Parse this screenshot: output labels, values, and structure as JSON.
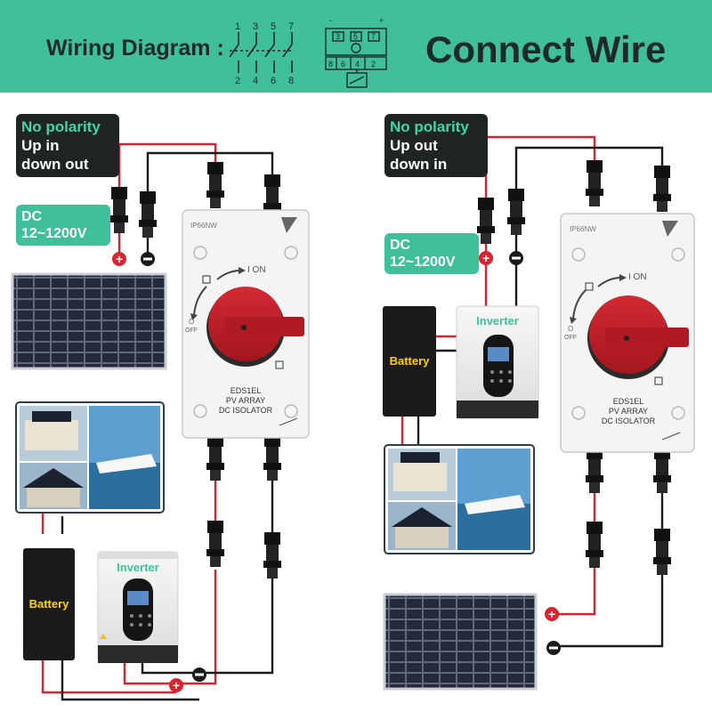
{
  "header": {
    "title": "Wiring Diagram :",
    "right_title": "Connect Wire",
    "switch_top_numbers": [
      "1",
      "3",
      "5",
      "7"
    ],
    "switch_bottom_numbers": [
      "2",
      "4",
      "6",
      "8"
    ],
    "relay_top_numbers": [
      "3",
      "5",
      "7"
    ],
    "relay_bottom_numbers": [
      "8",
      "6",
      "4",
      "2"
    ],
    "relay_signs": [
      "-",
      "+"
    ]
  },
  "left": {
    "polarity_label": "No polarity",
    "direction_lines": [
      "Up in",
      "down out"
    ],
    "dc_lines": [
      "DC",
      "12~1200V"
    ]
  },
  "right": {
    "polarity_label": "No polarity",
    "direction_lines": [
      "Up out",
      "down in"
    ],
    "dc_lines": [
      "DC",
      "12~1200V"
    ]
  },
  "isolator": {
    "rating": "IP66NW",
    "on_label": "I ON",
    "off_label": "OFF",
    "off_symbol": "O",
    "model": "EDS1EL",
    "line2": "PV ARRAY",
    "line3": "DC ISOLATOR"
  },
  "devices": {
    "inverter_label": "Inverter",
    "battery_label": "Battery"
  },
  "colors": {
    "accent_green": "#3fbf9a",
    "dark": "#1f2424",
    "knob_red": "#c4202a",
    "wire_red": "#d9232e",
    "wire_black": "#1a1a1a",
    "panel_cell": "#1c2130"
  }
}
